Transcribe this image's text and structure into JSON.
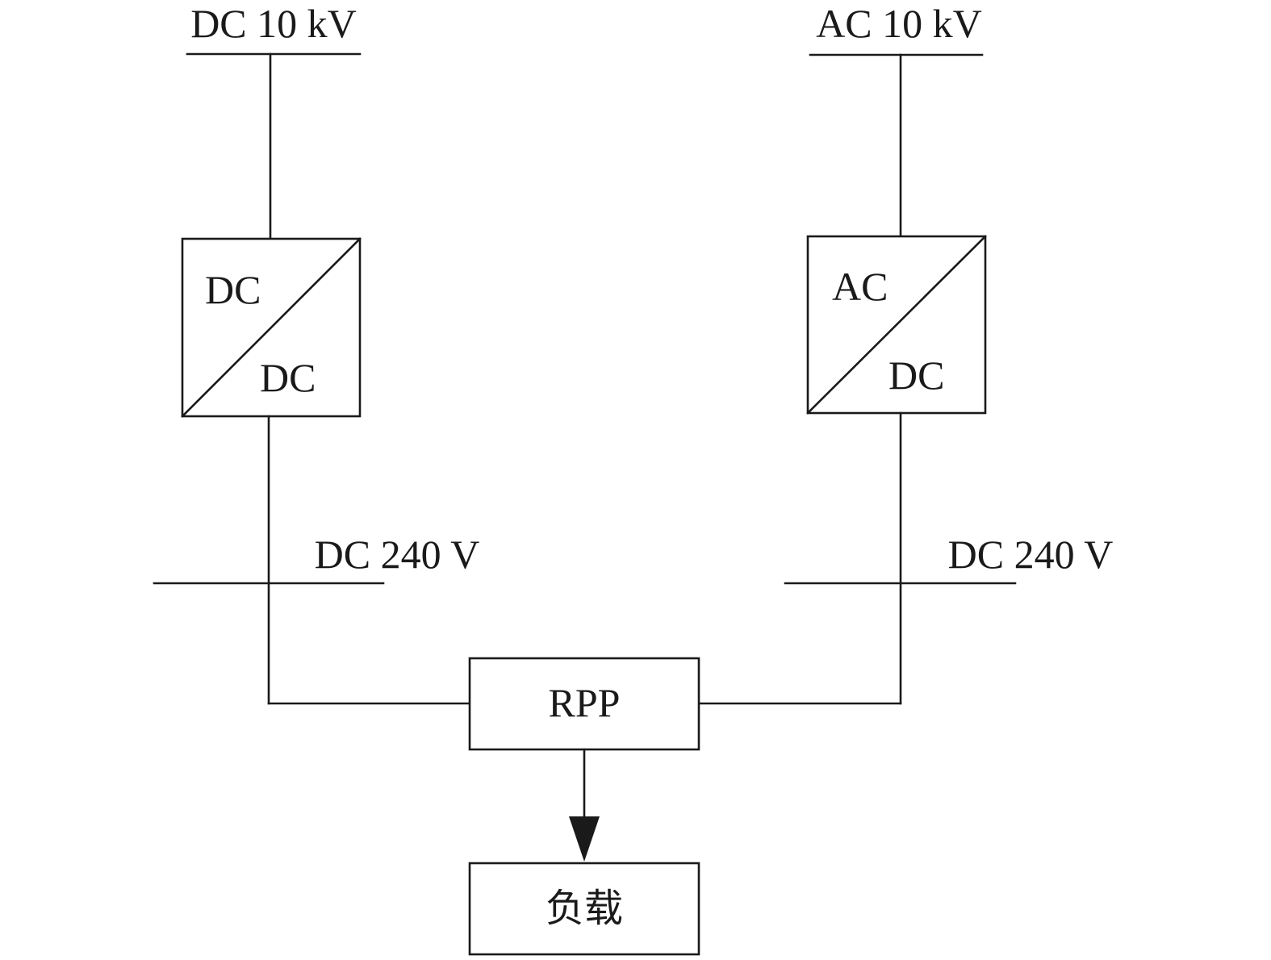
{
  "buses": {
    "dc_10kv": "DC 10 kV",
    "ac_10kv": "AC 10 kV",
    "dc_240v_left": "DC 240 V",
    "dc_240v_right": "DC 240 V"
  },
  "converters": {
    "left": {
      "input": "DC",
      "output": "DC"
    },
    "right": {
      "input": "AC",
      "output": "DC"
    }
  },
  "rpp": {
    "label": "RPP"
  },
  "load": {
    "label": "负载"
  },
  "colors": {
    "line": "#1a1a1a",
    "background": "#ffffff"
  }
}
